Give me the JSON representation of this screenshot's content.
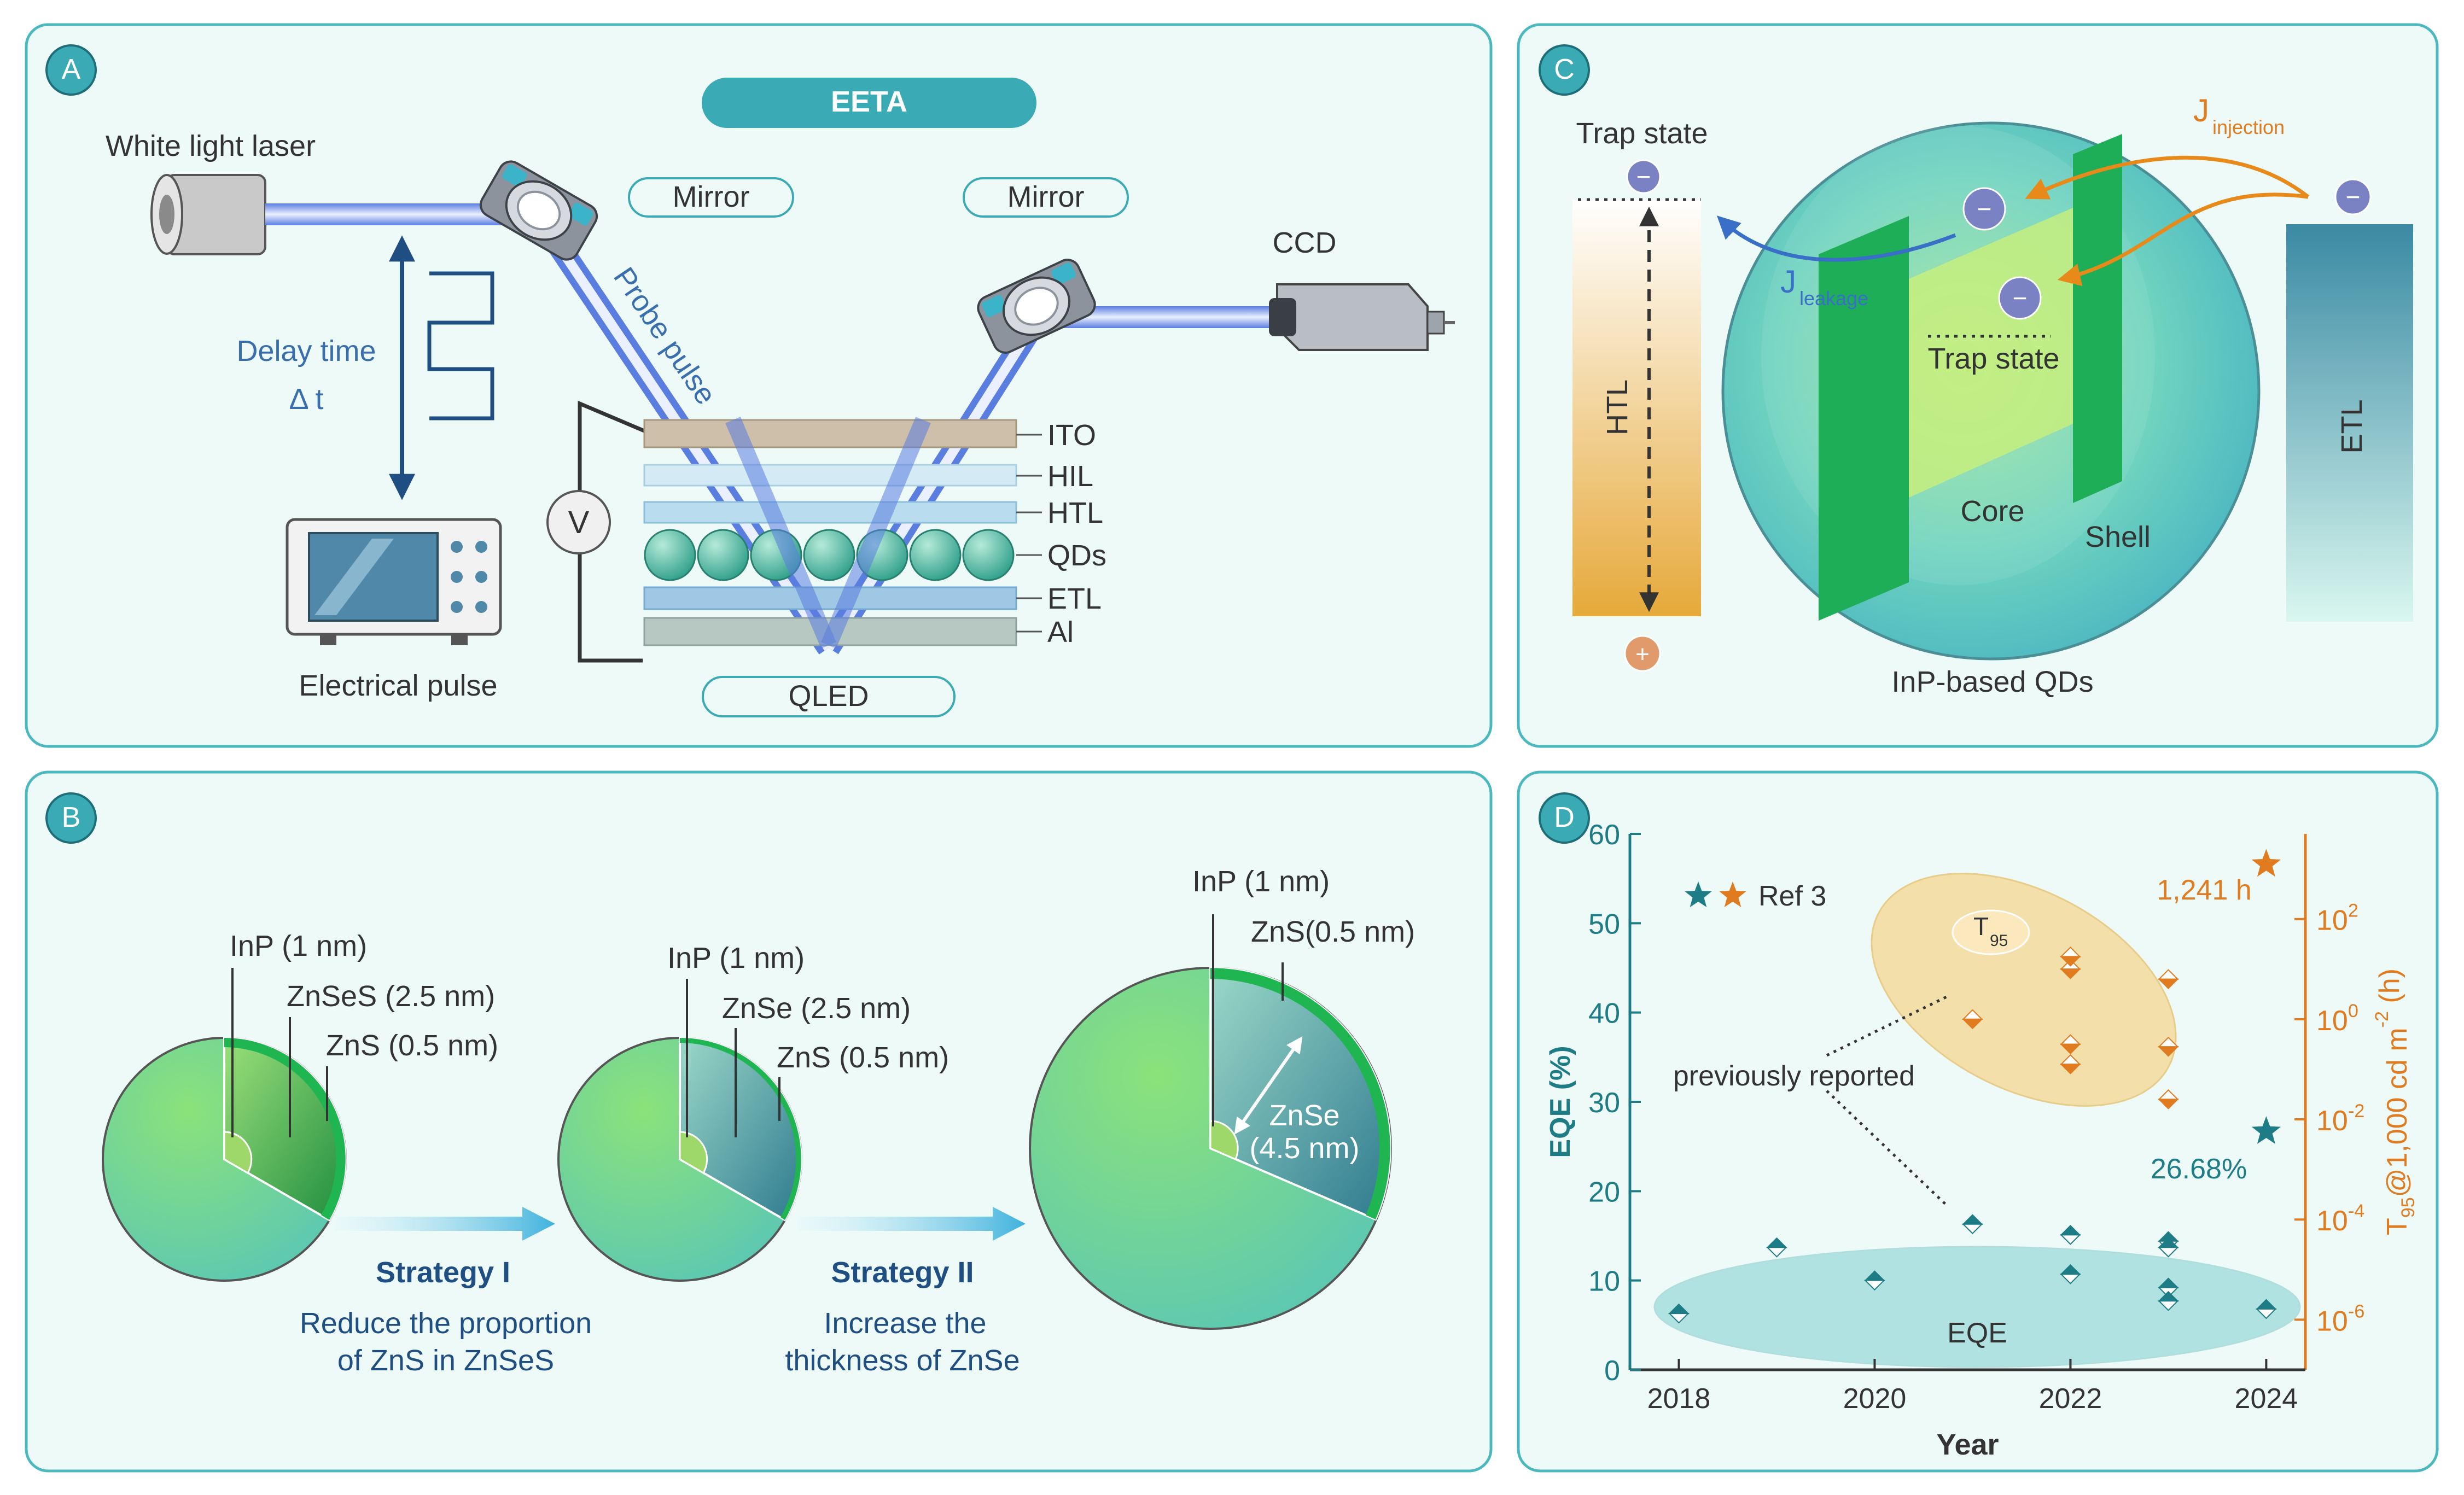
{
  "colors": {
    "panel_border": "#49b8bf",
    "panel_fill": "#eefaf8",
    "badge": "#3aaab4",
    "dark_blue": "#1f4f82",
    "mid_blue": "#3a6fae",
    "green": "#22b55c",
    "teal_marker": "#1d7c86",
    "orange": "#e07b1f",
    "text": "#333333"
  },
  "panelA": {
    "badge": "A",
    "title": "EETA",
    "laser_label": "White light laser",
    "mirror_left": "Mirror",
    "mirror_right": "Mirror",
    "ccd_label": "CCD",
    "probe_label": "Probe pulse",
    "delay_label": "Delay time",
    "delta_label": "Δ t",
    "voltage_label": "V",
    "electrical_label": "Electrical pulse",
    "device_label": "QLED",
    "layers": [
      "ITO",
      "HIL",
      "HTL",
      "QDs",
      "ETL",
      "Al"
    ]
  },
  "panelB": {
    "badge": "B",
    "dot1": {
      "inp": "InP (1 nm)",
      "mid": "ZnSeS (2.5 nm)",
      "out": "ZnS (0.5 nm)"
    },
    "dot2": {
      "inp": "InP (1 nm)",
      "mid": "ZnSe (2.5 nm)",
      "out": "ZnS (0.5 nm)"
    },
    "dot3": {
      "inp": "InP (1 nm)",
      "out": "ZnS(0.5 nm)",
      "mid1": "ZnSe",
      "mid2": "(4.5 nm)"
    },
    "strategy1": {
      "title": "Strategy I",
      "line1": "Reduce the proportion",
      "line2": "of ZnS in ZnSeS"
    },
    "strategy2": {
      "title": "Strategy II",
      "line1": "Increase the",
      "line2": "thickness of ZnSe"
    }
  },
  "panelC": {
    "badge": "C",
    "trap_left": "Trap state",
    "trap_center": "Trap state",
    "htl": "HTL",
    "etl": "ETL",
    "core": "Core",
    "shell": "Shell",
    "caption": "InP-based QDs",
    "j_injection_main": "J",
    "j_injection_sub": "injection",
    "j_leakage_main": "J",
    "j_leakage_sub": "leakage",
    "electron_sign": "−",
    "hole_sign": "+"
  },
  "panelD": {
    "badge": "D",
    "chart_data": {
      "type": "scatter",
      "xlabel": "Year",
      "ylabel_left": "EQE (%)",
      "ylabel_right_main": "T",
      "ylabel_right_sub": "95",
      "ylabel_right_rest": "@1,000 cd m",
      "ylabel_right_sup": "-2",
      "ylabel_right_tail": " (h)",
      "xlim": [
        2017.5,
        2024.4
      ],
      "ylim_left": [
        0,
        60
      ],
      "ylim_right_log10": [
        -7,
        3.7
      ],
      "x_ticks": [
        "2018",
        "2020",
        "2022",
        "2024"
      ],
      "y_ticks_left": [
        "0",
        "10",
        "20",
        "30",
        "40",
        "50",
        "60"
      ],
      "y_ticks_right_base": "10",
      "y_ticks_right_exp": [
        "-6",
        "-4",
        "-2",
        "0",
        "2"
      ],
      "legend_label": "Ref 3",
      "annotation_previous": "previously reported",
      "annotation_eqe_group": "EQE",
      "annotation_t95_main": "T",
      "annotation_t95_sub": "95",
      "annotation_ref_eqe": "26.68%",
      "annotation_ref_t95": "1,241 h",
      "series": [
        {
          "name": "EQE",
          "points": [
            [
              2018,
              6.3
            ],
            [
              2019,
              13.7
            ],
            [
              2020,
              10
            ],
            [
              2021,
              16.3
            ],
            [
              2022,
              15.1
            ],
            [
              2022,
              10.7
            ],
            [
              2023,
              14.4
            ],
            [
              2023,
              13.7
            ],
            [
              2023,
              9.2
            ],
            [
              2023,
              7.7
            ],
            [
              2024,
              6.8
            ]
          ]
        },
        {
          "name": "T95",
          "log10_points": [
            [
              2021,
              0.0
            ],
            [
              2022,
              1.0
            ],
            [
              2022,
              1.25
            ],
            [
              2022,
              -0.5
            ],
            [
              2022,
              -0.9
            ],
            [
              2023,
              0.8
            ],
            [
              2023,
              -0.55
            ],
            [
              2023,
              -1.6
            ]
          ]
        },
        {
          "name": "Ref 3 EQE",
          "points": [
            [
              2024,
              26.68
            ]
          ]
        },
        {
          "name": "Ref 3 T95",
          "points": [
            [
              2024,
              1241
            ]
          ]
        }
      ]
    }
  }
}
